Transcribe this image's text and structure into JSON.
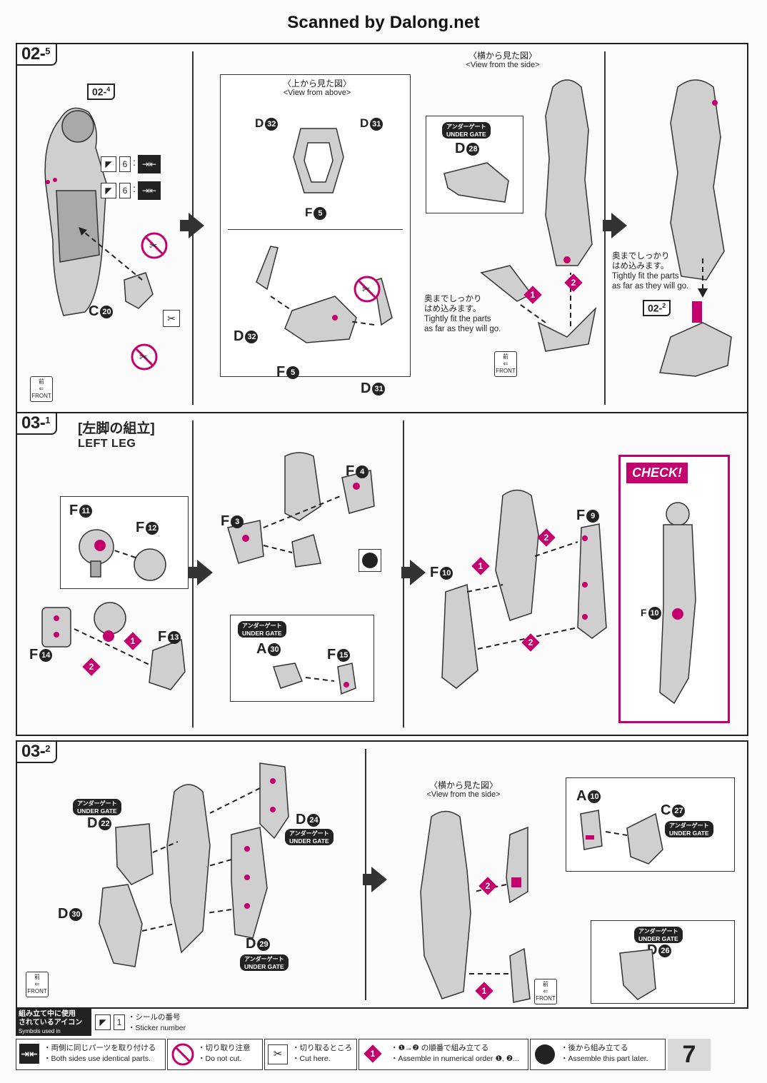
{
  "watermark": "Scanned by Dalong.net",
  "section_1": {
    "step": "02",
    "step_sub": "5",
    "ref_top": "02",
    "ref_top_sub": "4",
    "sticker_number_1": "6",
    "sticker_number_2": "6",
    "part_c20": "C",
    "part_c20_num": "20",
    "view_above_jp": "〈上から見た図〉",
    "view_above_en": "<View from above>",
    "part_d32": "D",
    "part_d32_num": "32",
    "part_d31": "D",
    "part_d31_num": "31",
    "part_f5": "F",
    "part_f5_num": "5",
    "view_side_jp": "〈横から見た図〉",
    "view_side_en": "<View from the side>",
    "under_gate_jp": "アンダーゲート",
    "under_gate_en": "UNDER GATE",
    "part_d28": "D",
    "part_d28_num": "28",
    "fit_jp_1": "奥までしっかり",
    "fit_jp_2": "はめ込みます。",
    "fit_en_1": "Tightly fit the parts",
    "fit_en_2": "as far as they will go.",
    "step_1": "1",
    "step_2": "2",
    "ref_bottom": "02",
    "ref_bottom_sub": "2",
    "front_jp": "前",
    "front_en": "FRONT"
  },
  "section_2": {
    "step": "03",
    "step_sub": "1",
    "title_jp": "[左脚の組立]",
    "title_en": "LEFT LEG",
    "part_f11": "F",
    "part_f11_num": "11",
    "part_f12": "F",
    "part_f12_num": "12",
    "part_f13": "F",
    "part_f13_num": "13",
    "part_f14": "F",
    "part_f14_num": "14",
    "part_f3": "F",
    "part_f3_num": "3",
    "part_f4": "F",
    "part_f4_num": "4",
    "part_a30": "A",
    "part_a30_num": "30",
    "part_f15": "F",
    "part_f15_num": "15",
    "part_f9": "F",
    "part_f9_num": "9",
    "part_f10": "F",
    "part_f10_num": "10",
    "check_title": "CHECK!",
    "check_part": "F",
    "check_part_num": "10",
    "under_gate_jp": "アンダーゲート",
    "under_gate_en": "UNDER GATE"
  },
  "section_3": {
    "step": "03",
    "step_sub": "2",
    "part_d22": "D",
    "part_d22_num": "22",
    "part_d24": "D",
    "part_d24_num": "24",
    "part_d30": "D",
    "part_d30_num": "30",
    "part_d29": "D",
    "part_d29_num": "29",
    "view_side_jp": "〈横から見た図〉",
    "view_side_en": "<View from the side>",
    "part_a10": "A",
    "part_a10_num": "10",
    "part_c27": "C",
    "part_c27_num": "27",
    "part_d26": "D",
    "part_d26_num": "26",
    "under_gate_jp": "アンダーゲート",
    "under_gate_en": "UNDER GATE",
    "front_jp": "前",
    "front_en": "FRONT"
  },
  "legend": {
    "symbols_jp_1": "組み立て中に使用",
    "symbols_jp_2": "されているアイコン",
    "symbols_en": "Symbols used in instructions",
    "sticker_jp": "・シールの番号",
    "sticker_en": "・Sticker number",
    "sticker_example": "1",
    "items": [
      {
        "jp": "・両側に同じパーツを取り付ける",
        "en": "・Both sides use identical parts."
      },
      {
        "jp": "・切り取り注意",
        "en": "・Do not cut."
      },
      {
        "jp": "・切り取るところ",
        "en": "・Cut here."
      },
      {
        "jp": "・❶→❷ の順番で組み立てる",
        "en": "・Assemble in numerical order ❶, ❷..."
      },
      {
        "jp": "・後から組み立てる",
        "en": "・Assemble this part later."
      }
    ]
  },
  "page_number": "7",
  "colors": {
    "accent": "#c4006e",
    "ink": "#222222",
    "panel_bg": "#fbfbfb"
  }
}
